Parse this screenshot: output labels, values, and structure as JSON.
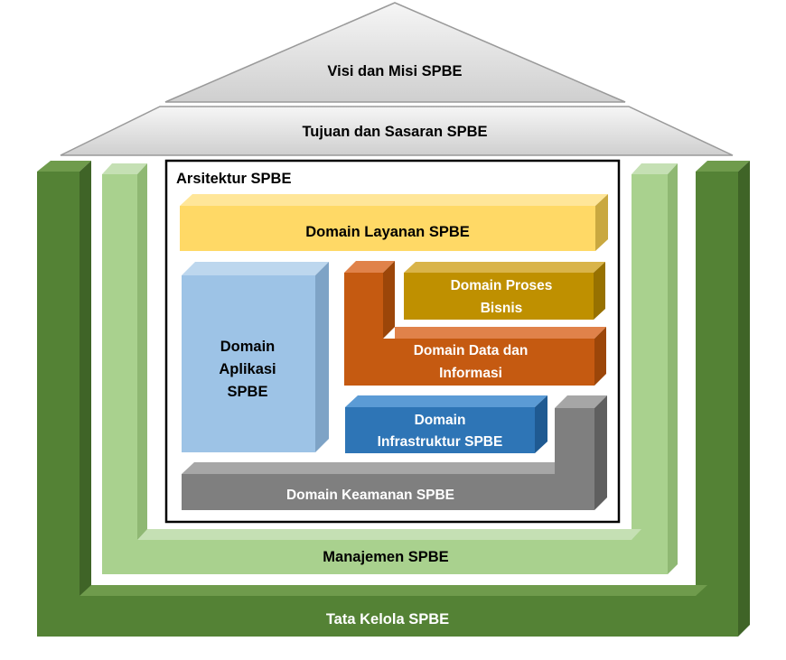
{
  "diagram": {
    "visi_misi": "Visi dan Misi SPBE",
    "tujuan_sasaran": "Tujuan dan Sasaran SPBE",
    "arsitektur": "Arsitektur SPBE",
    "layanan": "Domain Layanan SPBE",
    "aplikasi": [
      "Domain",
      "Aplikasi",
      "SPBE"
    ],
    "proses_bisnis": [
      "Domain Proses",
      "Bisnis"
    ],
    "data_informasi": [
      "Domain Data dan",
      "Informasi"
    ],
    "infrastruktur": [
      "Domain",
      "Infrastruktur SPBE"
    ],
    "keamanan": "Domain Keamanan SPBE",
    "manajemen": "Manajemen SPBE",
    "tata_kelola": "Tata Kelola SPBE"
  },
  "colors": {
    "roof_light": "#f2f2f2",
    "roof_dark": "#bfbfbf",
    "dark_green": "#548235",
    "light_green": "#a9d18e",
    "yellow": "#ffd966",
    "light_blue": "#9dc3e6",
    "orange": "#c55a11",
    "gold": "#bf9000",
    "blue": "#2e75b6",
    "gray": "#7f7f7f"
  }
}
